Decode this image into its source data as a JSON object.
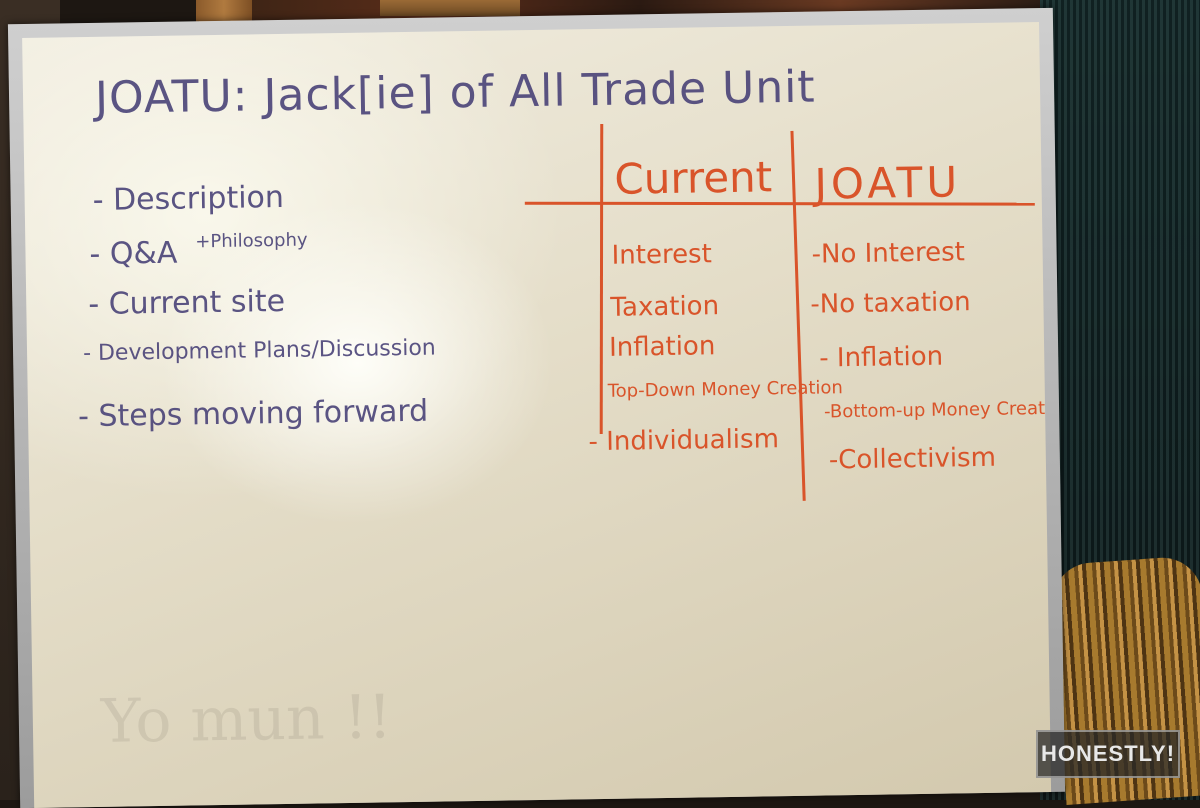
{
  "board": {
    "title": "JOATU: Jack[ie] of All Trade Unit",
    "agenda": [
      "- Description",
      "- Q&A",
      "- Current site",
      "- Development Plans/Discussion",
      "- Steps moving forward"
    ],
    "agenda_note": "+Philosophy",
    "table": {
      "headers": [
        "Current",
        "JOATU"
      ],
      "current": [
        "Interest",
        "Taxation",
        "Inflation",
        "Top-Down Money Creation",
        "- Individualism"
      ],
      "joatu": [
        "-No Interest",
        "-No taxation",
        "- Inflation",
        "-Bottom-up Money Creation",
        "-Collectivism"
      ]
    },
    "smudge_text": "Yo mun !!"
  },
  "watermark": "HONESTLY!",
  "colors": {
    "purple_marker": "#4a4378",
    "red_marker": "#d9542a",
    "board": "#ebe5d3"
  }
}
